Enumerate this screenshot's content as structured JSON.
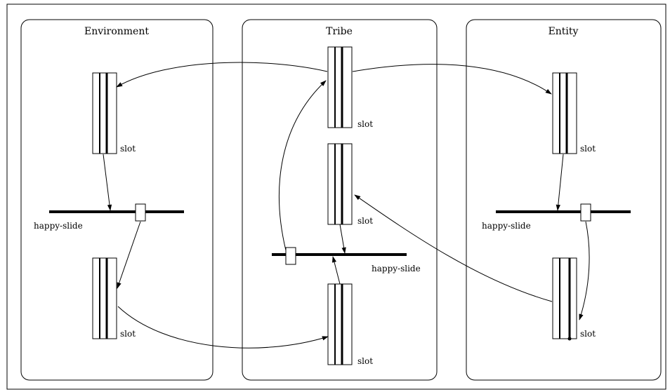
{
  "panels": [
    {
      "title": "Environment"
    },
    {
      "title": "Tribe"
    },
    {
      "title": "Entity"
    }
  ],
  "labels": {
    "slot": "slot",
    "happy_slide": "happy-slide"
  },
  "colors": {
    "stroke": "#000000",
    "background": "#ffffff"
  }
}
